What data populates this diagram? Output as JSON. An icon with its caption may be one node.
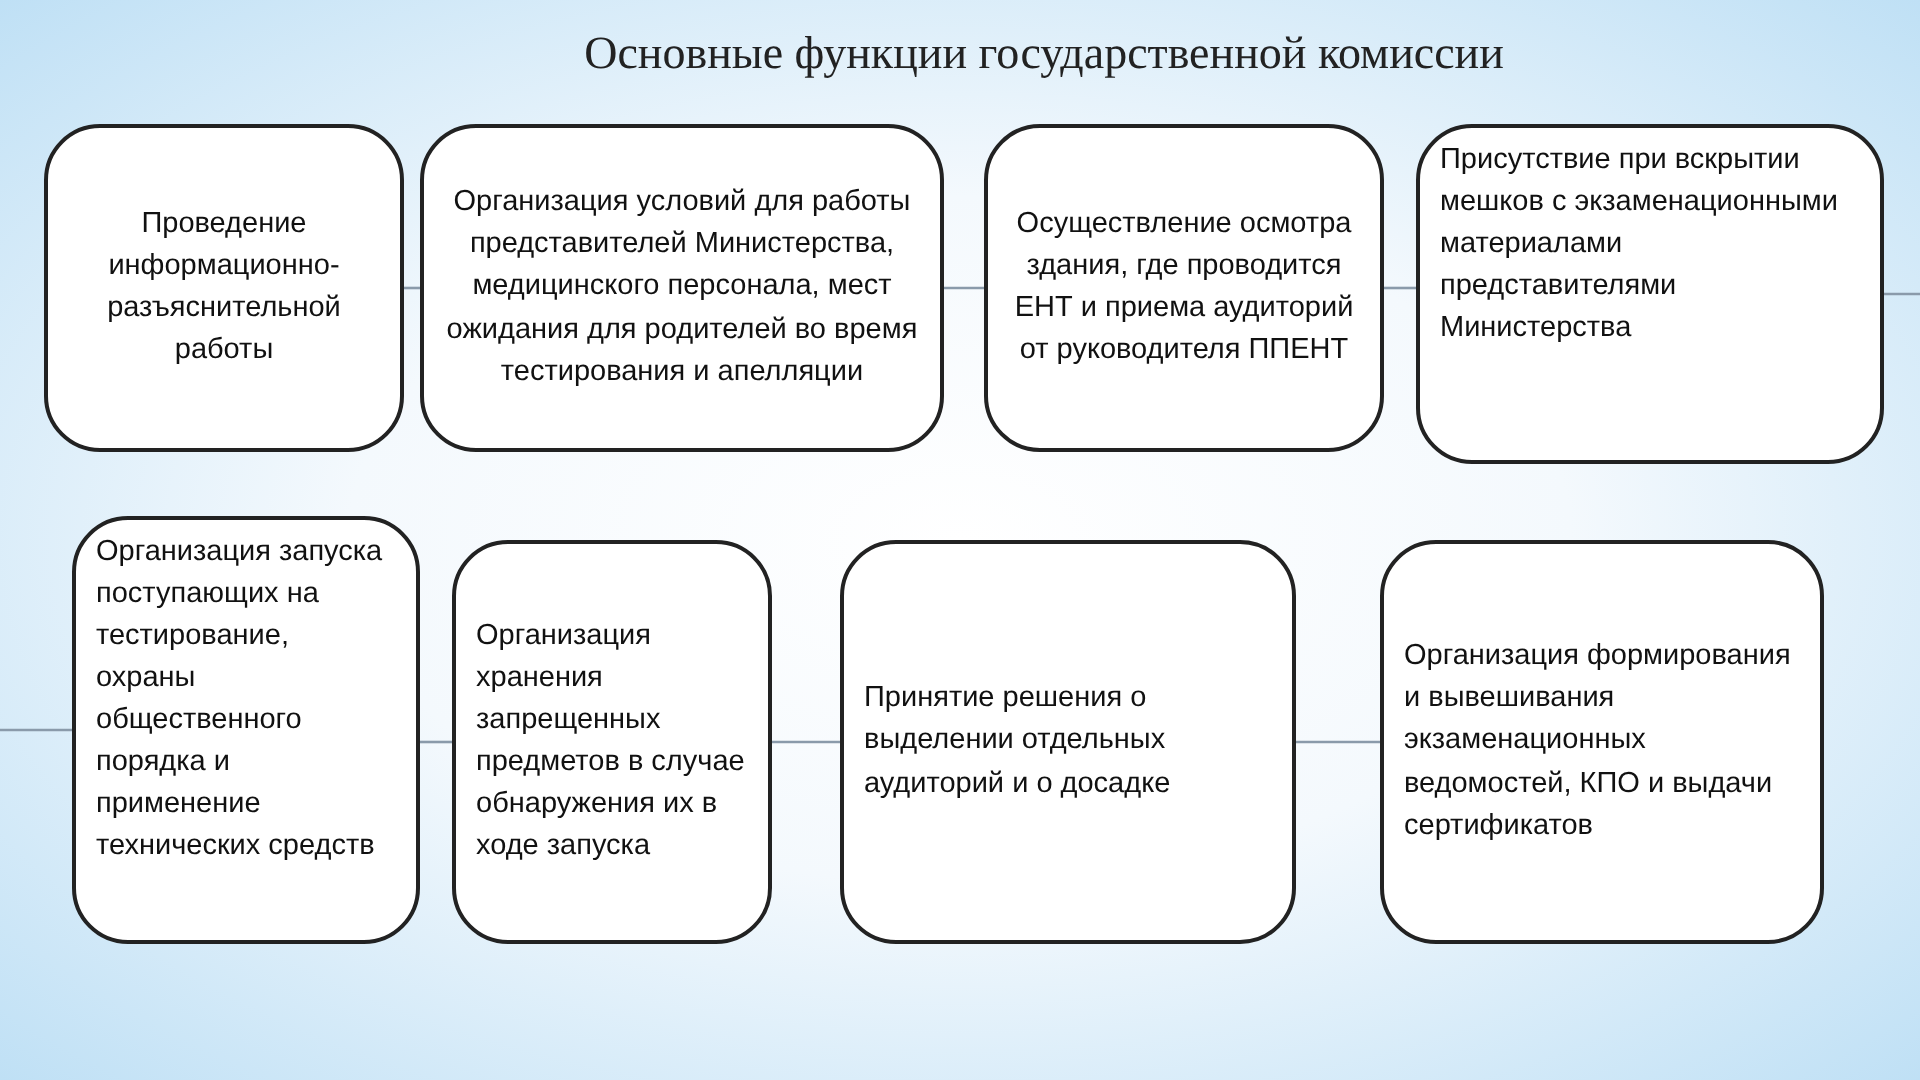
{
  "diagram": {
    "title": "Основные функции государственной комиссии",
    "nodes": [
      {
        "text": [
          "Проведение информационно-разъяснительной работы"
        ]
      },
      {
        "text": [
          "Организация условий для работы представителей Министерства, медицинского персонала, мест ожидания для родителей во время тестирования и апелляции"
        ]
      },
      {
        "text": [
          "Осуществление осмотра здания, где проводится ЕНТ и приема аудиторий от руководителя ППЕНТ"
        ]
      },
      {
        "text": [
          "Присутствие при вскрытии мешков с экзаменационными материалами представителями Министерства"
        ]
      },
      {
        "text": [
          "Организация запуска поступающих на тестирование, охраны общественного порядка и применение технических средств"
        ]
      },
      {
        "text": [
          "Организация хранения запрещенных предметов в случае обнаружения их в ходе запуска"
        ]
      },
      {
        "text": [
          "Принятие решения о выделении отдельных аудиторий и о досадке"
        ]
      },
      {
        "text": [
          "Организация формирования  и вывешивания экзаменационных ведомостей, КПО и выдачи сертификатов"
        ]
      }
    ],
    "edges": [
      {
        "from": 0,
        "to": 1,
        "arrow": "none"
      },
      {
        "from": 1,
        "to": 2,
        "arrow": "none"
      },
      {
        "from": 2,
        "to": 3,
        "arrow": "none"
      },
      {
        "from": 3,
        "to": null,
        "arrow": "none"
      },
      {
        "from": null,
        "to": 4,
        "arrow": "none"
      },
      {
        "from": 4,
        "to": 5,
        "arrow": "none"
      },
      {
        "from": 5,
        "to": 6,
        "arrow": "none"
      },
      {
        "from": 6,
        "to": 7,
        "arrow": "none"
      }
    ]
  }
}
